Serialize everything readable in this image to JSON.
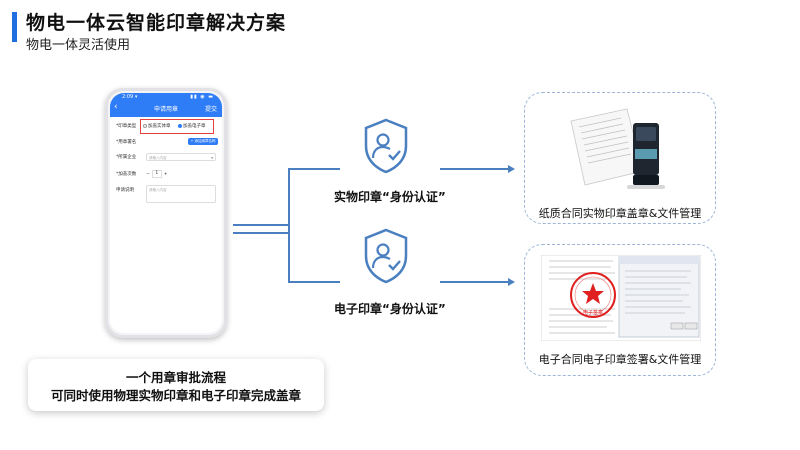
{
  "header": {
    "title": "物电一体云智能印章解决方案",
    "subtitle": "物电一体灵活使用"
  },
  "phone": {
    "status_time": "2:09 ▾",
    "status_right": "▮▮ ◉ ▬",
    "app_title": "申请用章",
    "submit_label": "提交",
    "form": {
      "seal_type_label": "*印章类型",
      "option_physical": "加盖实体章",
      "option_electronic": "加盖电子章",
      "seal_name_label": "*用章署名",
      "add_seal_button": "+ 添加用章名称",
      "company_label": "*所属企业",
      "company_placeholder": "请输入内容",
      "count_label": "*加盖次数",
      "count_minus": "−",
      "count_value": "1",
      "count_plus": "+",
      "remark_label": "申请说明",
      "remark_placeholder": "请输入内容"
    }
  },
  "flow": {
    "physical_label": "实物印章“身份认证”",
    "electronic_label": "电子印章“身份认证”"
  },
  "cards": {
    "paper_caption": "纸质合同实物印章盖章&文件管理",
    "electronic_caption": "电子合同电子印章签署&文件管理",
    "stamp_text": "电子签章"
  },
  "summary": {
    "line1": "一个用章审批流程",
    "line2": "可同时使用物理实物印章和电子印章完成盖章"
  },
  "colors": {
    "accent": "#1f6fe0",
    "app_blue": "#2e7cf6",
    "line_blue": "#4a7fc0",
    "stamp_red": "#e02020"
  }
}
